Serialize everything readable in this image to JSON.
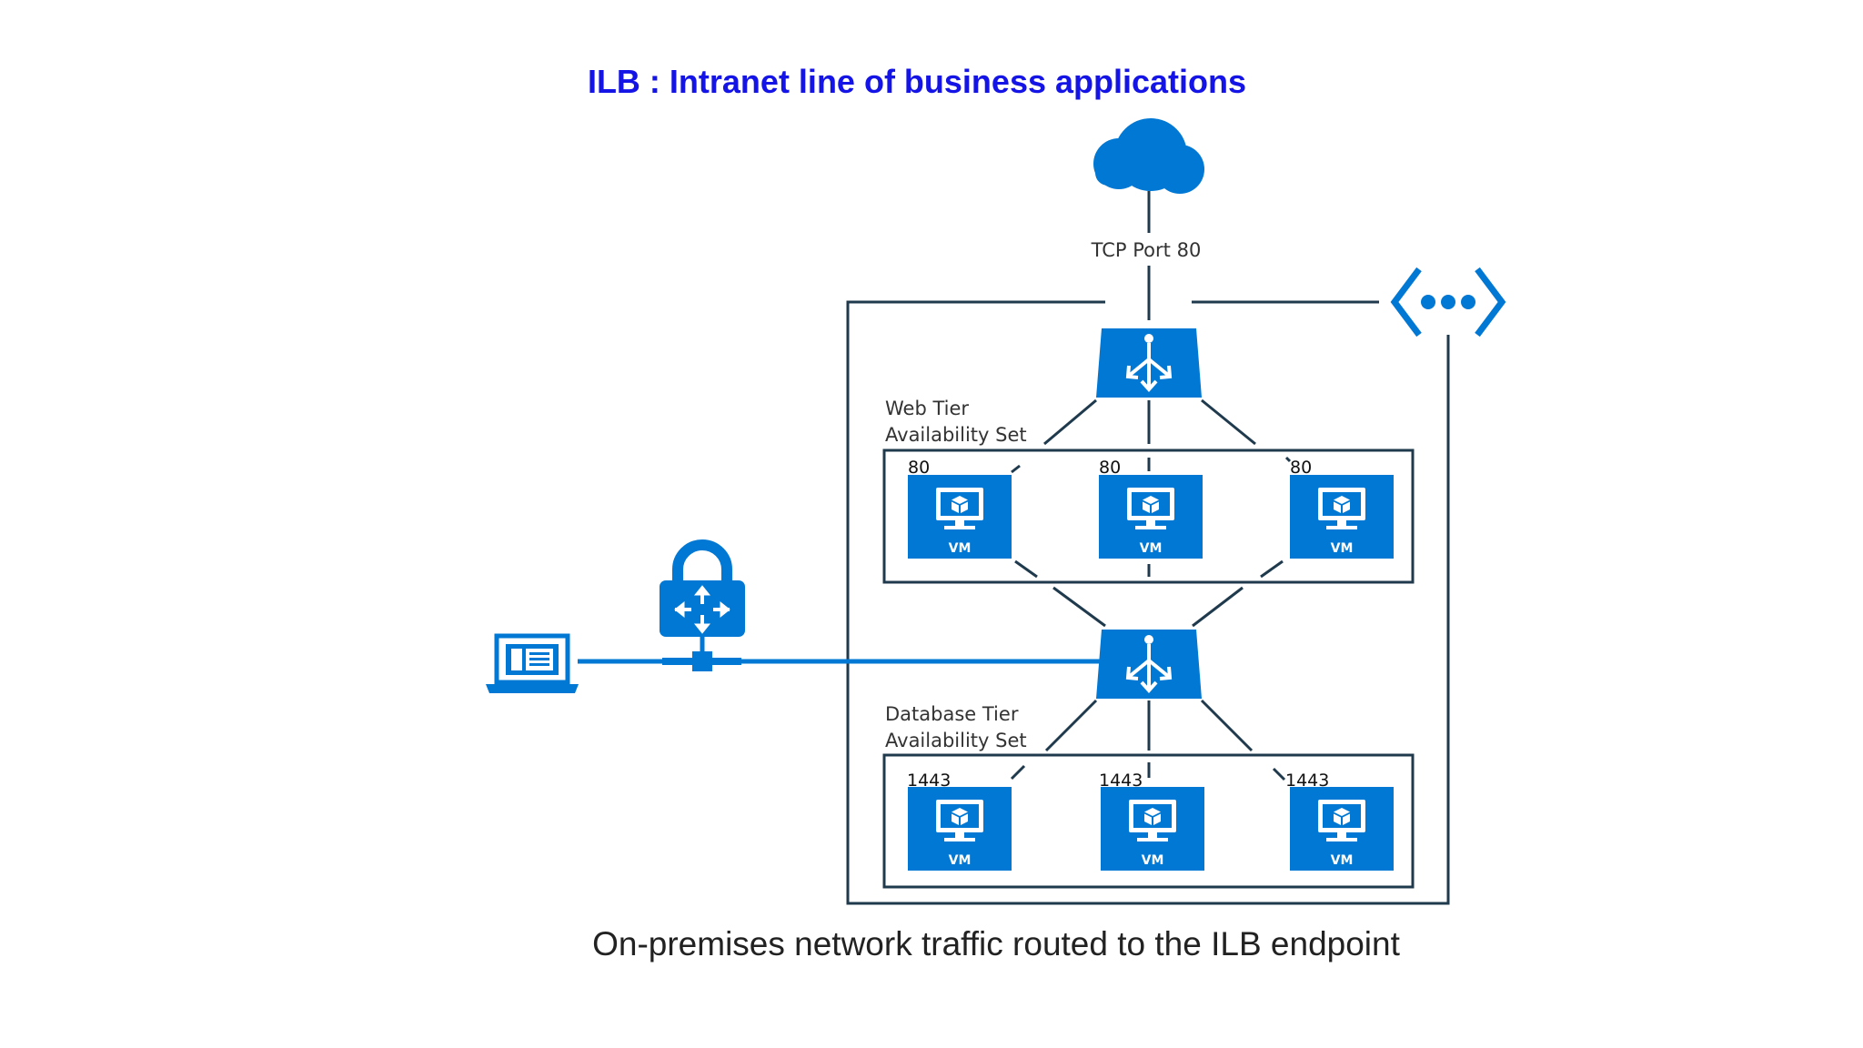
{
  "title": "ILB : Intranet line of business applications",
  "caption": "On-premises network traffic routed to the ILB endpoint",
  "tcp_label": "TCP Port 80",
  "web_tier": {
    "label_line1": "Web Tier",
    "label_line2": "Availability Set",
    "ports": [
      "80",
      "80",
      "80"
    ],
    "vm_label": "VM"
  },
  "db_tier": {
    "label_line1": "Database Tier",
    "label_line2": "Availability Set",
    "ports": [
      "1443",
      "1443",
      "1443"
    ],
    "vm_label": "VM"
  },
  "colors": {
    "title": "#1414e6",
    "azure_blue": "#0078d4",
    "line": "#1f3a4d",
    "text": "#333333"
  },
  "icons": {
    "cloud": "cloud-icon",
    "load_balancer": "load-balancer-icon",
    "vm": "virtual-machine-icon",
    "vnet": "virtual-network-icon",
    "vpn_gateway": "vpn-gateway-lock-icon",
    "laptop": "laptop-icon"
  }
}
